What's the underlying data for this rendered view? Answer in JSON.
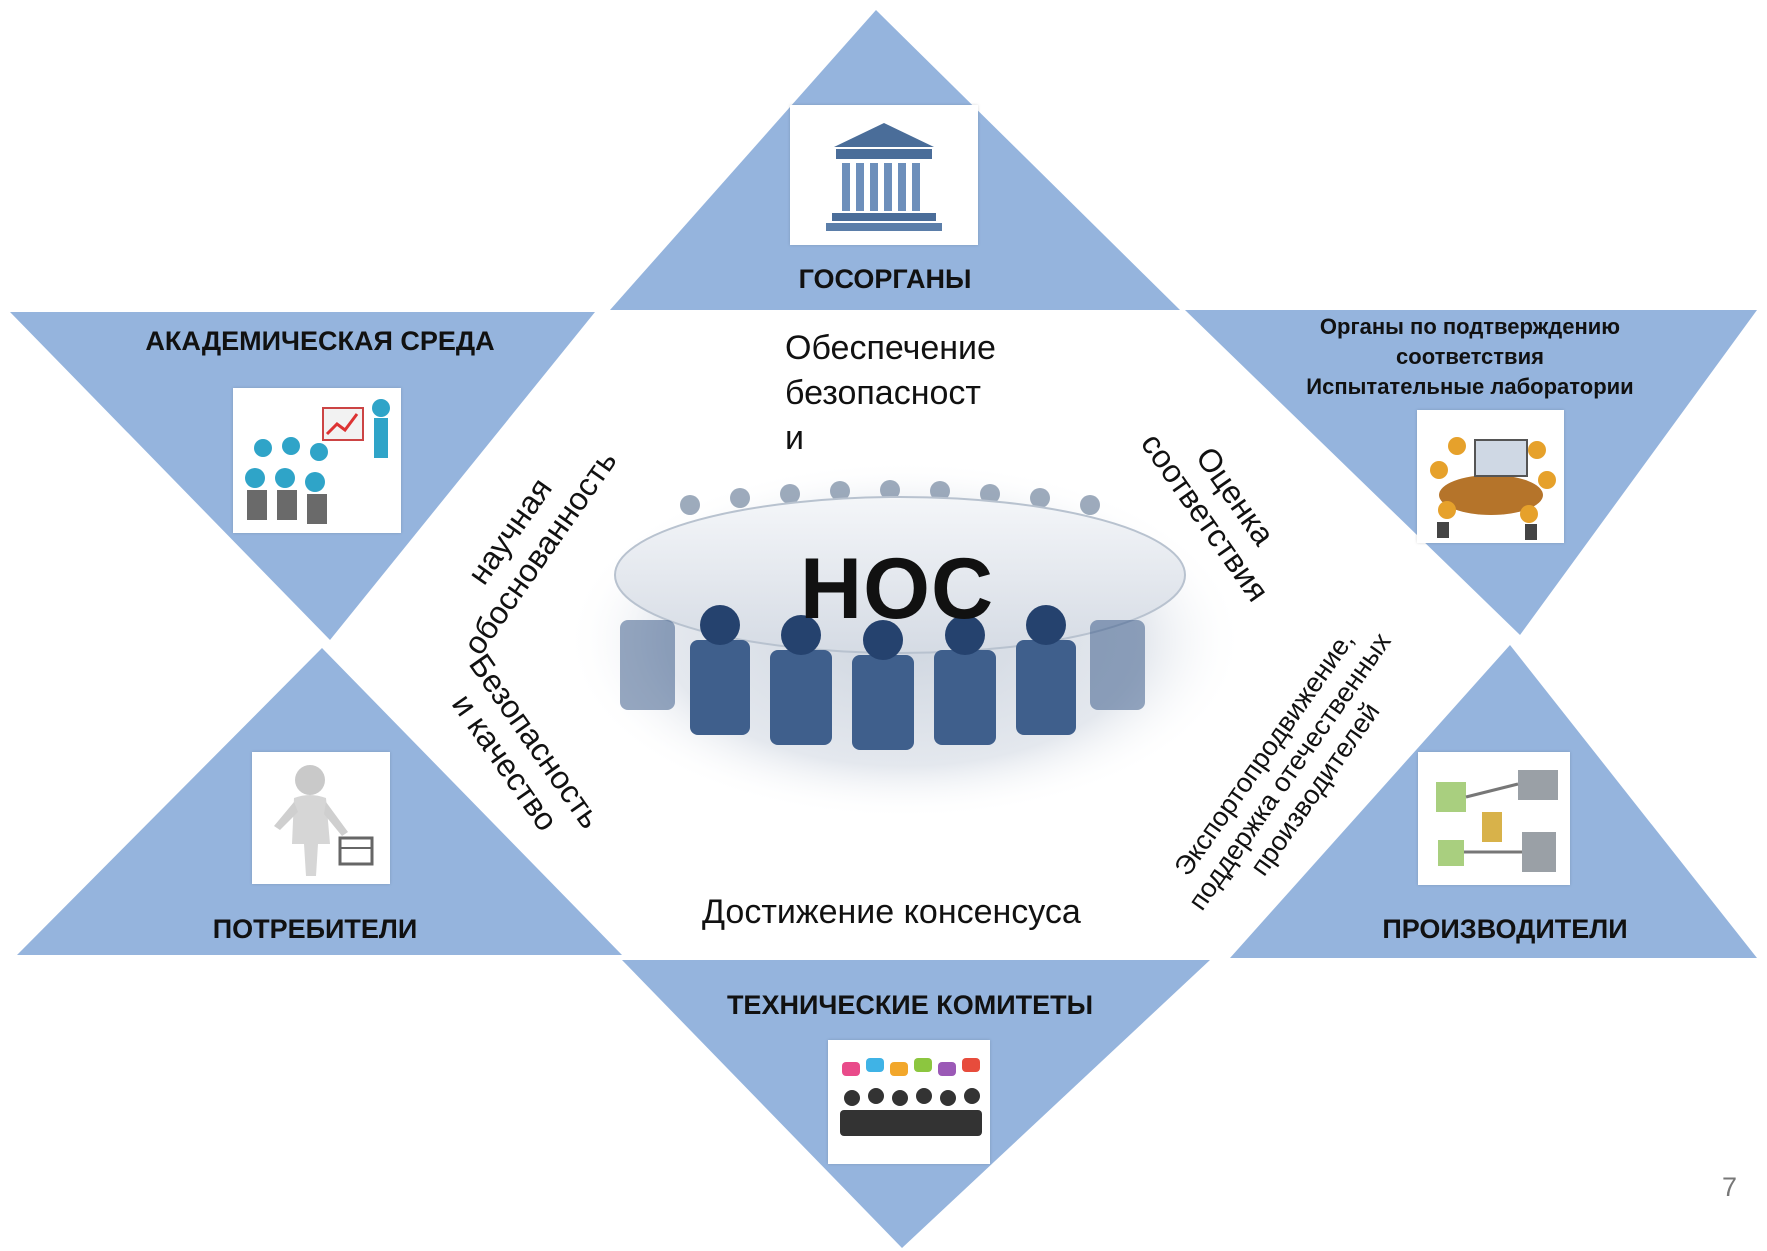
{
  "center": {
    "title": "НОС"
  },
  "nodes": {
    "top": "ГОСОРГАНЫ",
    "top_left": "АКАДЕМИЧЕСКАЯ СРЕДА",
    "top_right": [
      "Органы по подтверждению",
      "соответствия",
      "Испытательные лаборатории"
    ],
    "bottom_left": "ПОТРЕБИТЕЛИ",
    "bottom_right": "ПРОИЗВОДИТЕЛИ",
    "bottom": "ТЕХНИЧЕСКИЕ КОМИТЕТЫ"
  },
  "relations": {
    "top": [
      "Обеспечение",
      "безопасност",
      "и"
    ],
    "top_left": [
      "научная",
      "обоснованность"
    ],
    "top_right": [
      "Оценка",
      "соответствия"
    ],
    "bottom_left": [
      "Безопасность",
      "и качество"
    ],
    "bottom_right": [
      "Экспортопродвижение,",
      "поддержка отечественных",
      "производителей"
    ],
    "bottom": "Достижение консенсуса"
  },
  "icons": {
    "top": "government-building-icon",
    "top_left": "presentation-audience-icon",
    "top_right": "meeting-table-laptop-icon",
    "bottom_left": "shopper-with-basket-icon",
    "bottom_right": "production-line-icon",
    "bottom": "committee-chat-icon"
  },
  "page_number": "7",
  "colors": {
    "triangle_fill": "#95b4dd",
    "text": "#111111"
  }
}
